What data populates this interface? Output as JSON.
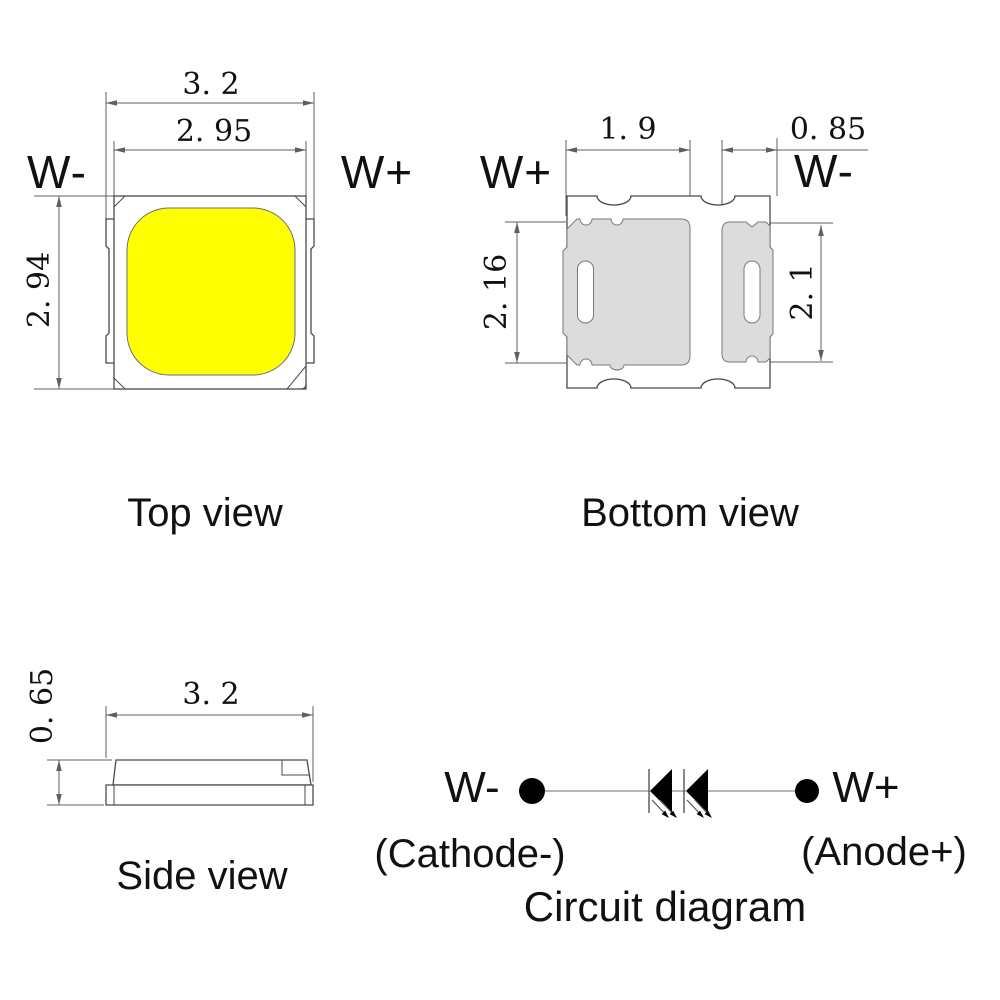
{
  "views": {
    "top": {
      "title": "Top view",
      "terminal_left": "W-",
      "terminal_right": "W+",
      "dimensions": {
        "overall_width": "3. 2",
        "body_width": "2. 95",
        "body_height": "2. 94"
      }
    },
    "bottom": {
      "title": "Bottom view",
      "terminal_left": "W+",
      "terminal_right": "W-",
      "dimensions": {
        "anode_pad_width": "1. 9",
        "cathode_pad_width": "0. 85",
        "anode_pad_height": "2. 16",
        "cathode_pad_height": "2. 1"
      }
    },
    "side": {
      "title": "Side view",
      "dimensions": {
        "thickness": "0. 65",
        "width": "3. 2"
      }
    },
    "circuit": {
      "title": "Circuit diagram",
      "terminal_left": "W-",
      "terminal_left_sub": "(Cathode-)",
      "terminal_right": "W+",
      "terminal_right_sub": "(Anode+)"
    }
  },
  "colors": {
    "background": "#ffffff",
    "text_color": "#111111",
    "line_color": "#4a4a4a",
    "dim_color": "#5f5f5f",
    "emitter_yellow": "#ffff00",
    "pad_gray": "#dcdcdc",
    "pad_outline": "#7a7a7a",
    "symbol_black": "#000000"
  }
}
